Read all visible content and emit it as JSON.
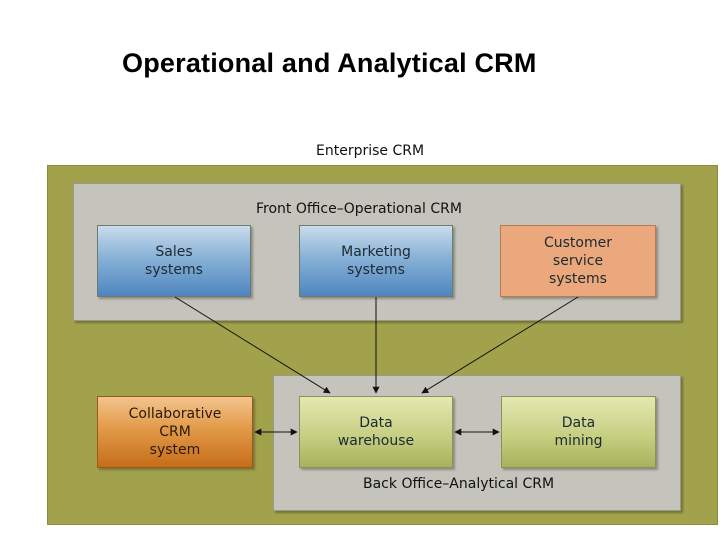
{
  "title": "Operational and Analytical CRM",
  "diagram": {
    "enterprise_label": "Enterprise CRM",
    "front_office_label": "Front Office–Operational CRM",
    "back_office_label": "Back Office–Analytical CRM",
    "nodes": {
      "sales": "Sales\nsystems",
      "marketing": "Marketing\nsystems",
      "customer_service": "Customer\nservice\nsystems",
      "collaborative": "Collaborative\nCRM\nsystem",
      "data_warehouse": "Data\nwarehouse",
      "data_mining": "Data\nmining"
    },
    "colors": {
      "enterprise_bg": "#a2a24c",
      "office_bg": "#c4c4bc",
      "operational_nodes": "#4f86c0",
      "customer_service": "#eaa87c",
      "collaborative": "#c56d19",
      "analytical_nodes": "#c7cf82"
    }
  }
}
